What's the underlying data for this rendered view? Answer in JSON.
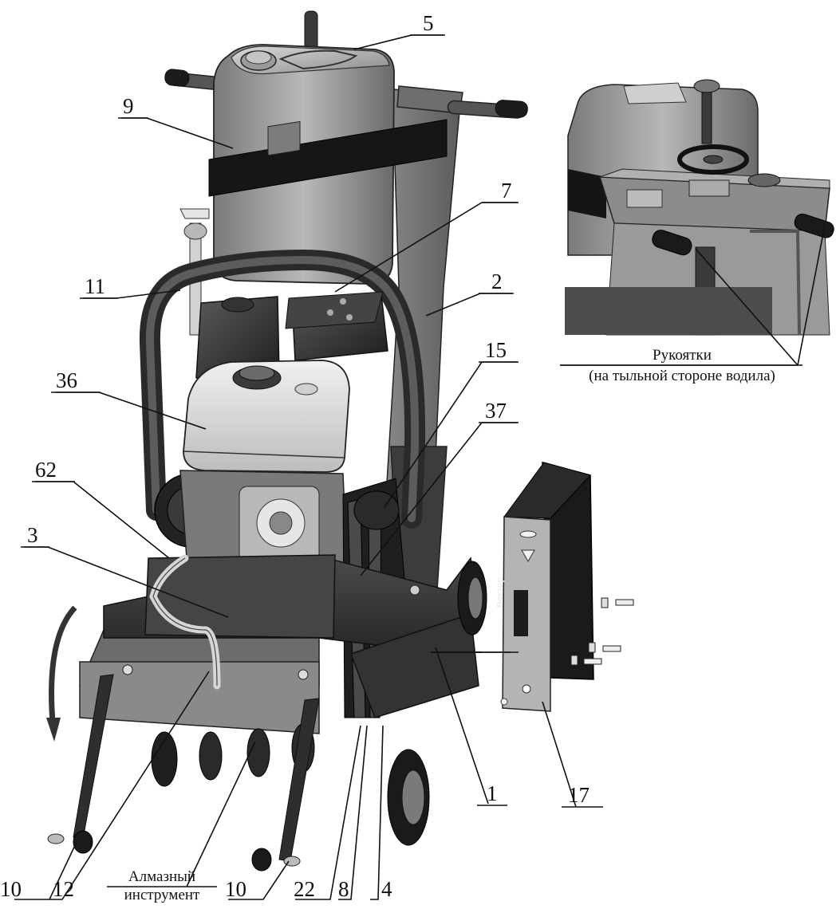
{
  "callouts": [
    "5",
    "9",
    "7",
    "11",
    "2",
    "15",
    "36",
    "37",
    "62",
    "3",
    "1",
    "17",
    "10",
    "12",
    "10",
    "22",
    "8",
    "4"
  ],
  "inset_caption": {
    "line1": "Рукоятки",
    "line2": "(на тыльной стороне водила)"
  },
  "tool_caption": {
    "line1": "Алмазный",
    "line2": "инструмент"
  },
  "cover_plate_text": "Вектор"
}
